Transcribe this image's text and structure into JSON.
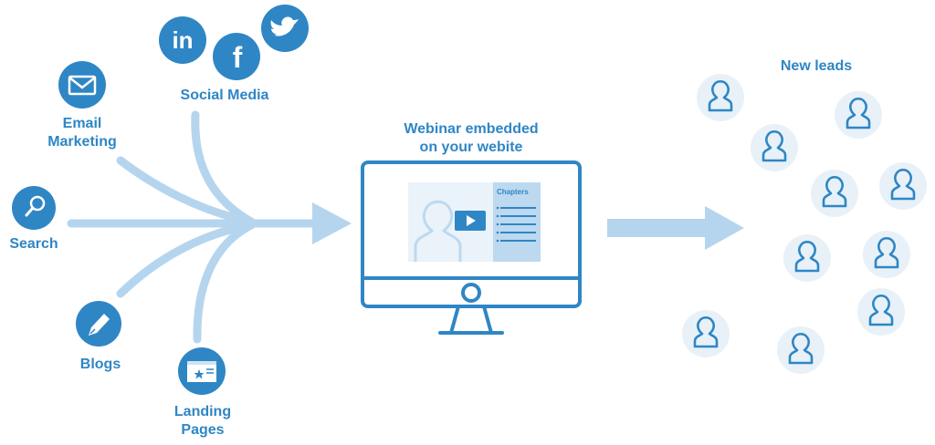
{
  "colors": {
    "brand": "#2f86c5",
    "flow": "#b5d5ee",
    "lead_bg": "#e8f1f8",
    "screen_bg": "#eaf3fa"
  },
  "sources": {
    "social_media": "Social Media",
    "email": [
      "Email",
      "Marketing"
    ],
    "search": "Search",
    "blogs": "Blogs",
    "landing": [
      "Landing",
      "Pages"
    ]
  },
  "center": {
    "title": [
      "Webinar embedded",
      "on your webite"
    ],
    "chapters_label": "Chapters"
  },
  "leads": {
    "title": "New leads"
  },
  "icons": {
    "social": [
      "linkedin-icon",
      "facebook-icon",
      "twitter-icon"
    ],
    "email": "envelope-icon",
    "search": "magnifier-icon",
    "blogs": "pen-icon",
    "landing": "webpage-icon",
    "lead": "person-icon",
    "player": "play-icon"
  }
}
